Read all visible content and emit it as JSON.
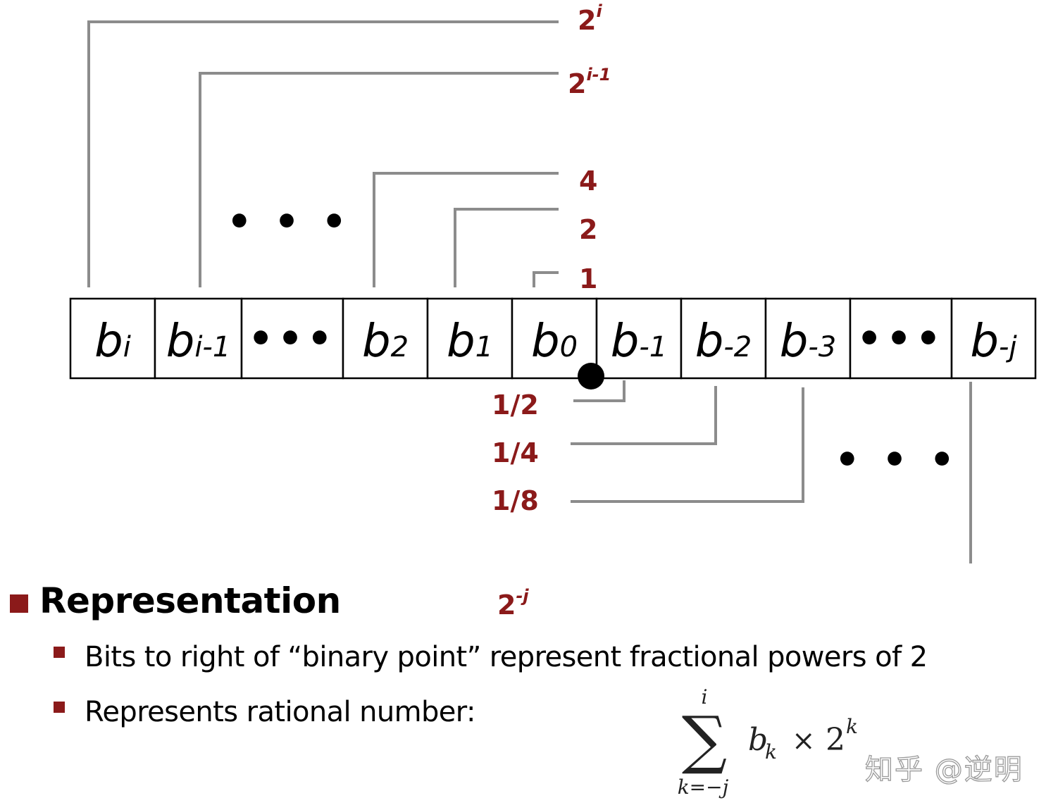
{
  "cells": [
    {
      "base": "b",
      "sub": "i"
    },
    {
      "base": "b",
      "sub": "i-1"
    },
    {
      "dots": "•••"
    },
    {
      "base": "b",
      "sub": "2"
    },
    {
      "base": "b",
      "sub": "1"
    },
    {
      "base": "b",
      "sub": "0"
    },
    {
      "base": "b",
      "sub": "-1"
    },
    {
      "base": "b",
      "sub": "-2"
    },
    {
      "base": "b",
      "sub": "-3"
    },
    {
      "dots": "•••"
    },
    {
      "base": "b",
      "sub": "-j"
    }
  ],
  "upper_weights": [
    {
      "base": "2",
      "sup": "i"
    },
    {
      "base": "2",
      "sup": "i-1"
    },
    {
      "base": "4"
    },
    {
      "base": "2"
    },
    {
      "base": "1"
    }
  ],
  "lower_weights": [
    {
      "base": "1/2"
    },
    {
      "base": "1/4"
    },
    {
      "base": "1/8"
    }
  ],
  "upper_ellipsis": "• • •",
  "lower_ellipsis": "• • •",
  "bottom_weight": {
    "base": "2",
    "sup": "-j"
  },
  "representation": {
    "title": "Representation",
    "points": [
      "Bits to right of “binary point” represent fractional powers of 2",
      "Represents rational number:"
    ]
  },
  "formula": {
    "upper_limit": "i",
    "lower_limit": "k=−j",
    "sigma": "∑",
    "term_base": "b",
    "term_sub": "k",
    "times": "×",
    "power_base": "2",
    "power_exp": "k"
  },
  "watermark": "知乎 @逆明",
  "colors": {
    "accent": "#8b1a1a",
    "bracket": "#8c8c8c",
    "cell_border": "#000000"
  }
}
